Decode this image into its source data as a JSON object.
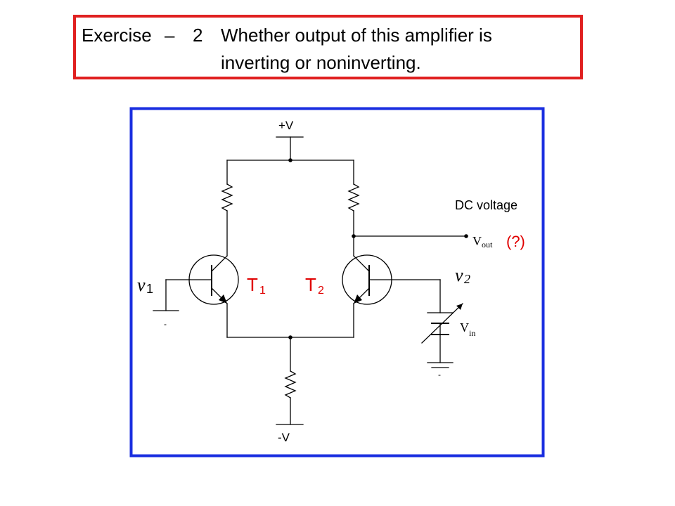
{
  "title": {
    "exercise_label": "Exercise",
    "dash": "–",
    "number": "2",
    "question_line1": "Whether output of this amplifier is",
    "question_line2": "inverting or noninverting."
  },
  "labels": {
    "plus_v": "+V",
    "minus_v": "-V",
    "dc_voltage": "DC voltage",
    "vout_base": "V",
    "vout_sub": "out",
    "vout_question": "(?)",
    "t1_base": "T",
    "t1_sub": "1",
    "t2_base": "T",
    "t2_sub": "2",
    "v1_base": "v",
    "v1_sub": "1",
    "v2_base": "v",
    "v2_sub": "2",
    "vin_base": "V",
    "vin_sub": "in",
    "ground_mark": "-"
  },
  "colors": {
    "title_border": "#e02020",
    "diagram_border": "#1a2ee0",
    "transistor_label": "#e00000",
    "question_mark": "#e00000"
  }
}
